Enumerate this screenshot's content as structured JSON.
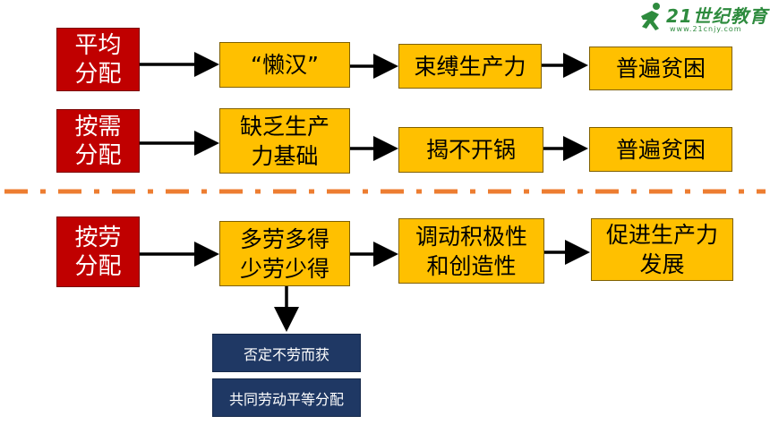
{
  "logo": {
    "text": "21世纪教育",
    "subtext": "www.21cnjy.com",
    "color": "#2e8b3e"
  },
  "colors": {
    "red_box": "#c00000",
    "yellow_box": "#ffc000",
    "navy_box": "#1f3864",
    "divider": "#ed7d31"
  },
  "rows": [
    {
      "category": "平均\n分配",
      "steps": [
        "“懒汉”",
        "束缚生产力",
        "普遍贫困"
      ]
    },
    {
      "category": "按需\n分配",
      "steps": [
        "缺乏生产\n力基础",
        "揭不开锅",
        "普遍贫困"
      ]
    },
    {
      "category": "按劳\n分配",
      "steps": [
        "多劳多得\n少劳少得",
        "调动积极性\n和创造性",
        "促进生产力\n发展"
      ]
    }
  ],
  "notes": [
    "否定不劳而获",
    "共同劳动平等分配"
  ]
}
